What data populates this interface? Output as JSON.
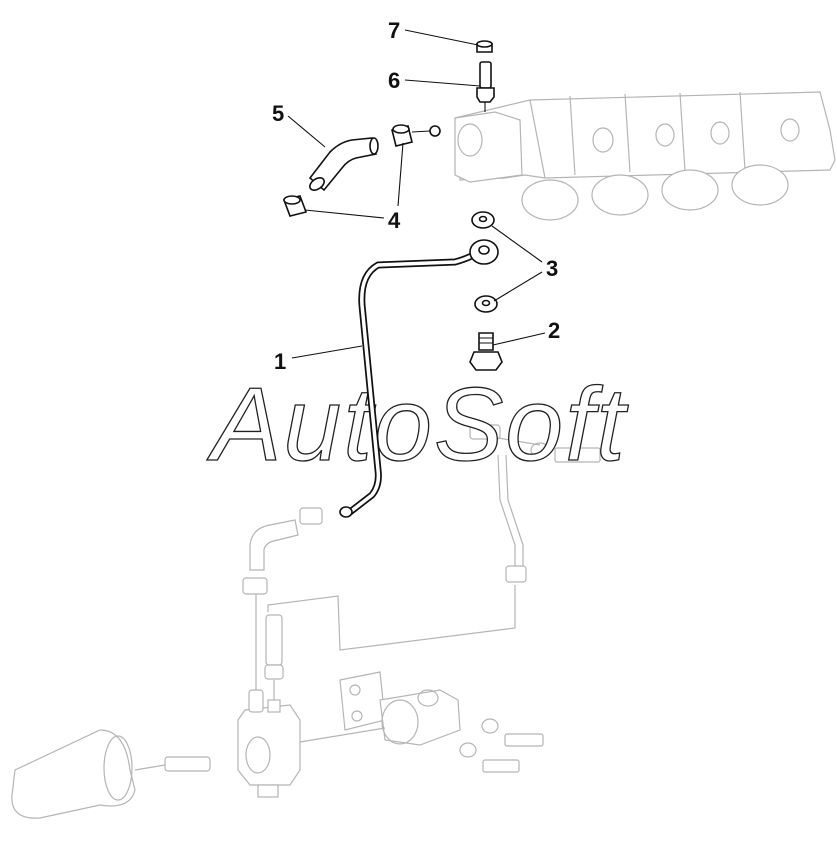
{
  "diagram": {
    "callouts": [
      {
        "id": "1",
        "label": "1"
      },
      {
        "id": "2",
        "label": "2"
      },
      {
        "id": "3",
        "label": "3"
      },
      {
        "id": "4",
        "label": "4"
      },
      {
        "id": "5",
        "label": "5"
      },
      {
        "id": "6",
        "label": "6"
      },
      {
        "id": "7",
        "label": "7"
      }
    ],
    "watermark": "AutoSoft",
    "colors": {
      "line": "#111111",
      "ghost": "#b5b5b5",
      "background": "#ffffff"
    }
  }
}
